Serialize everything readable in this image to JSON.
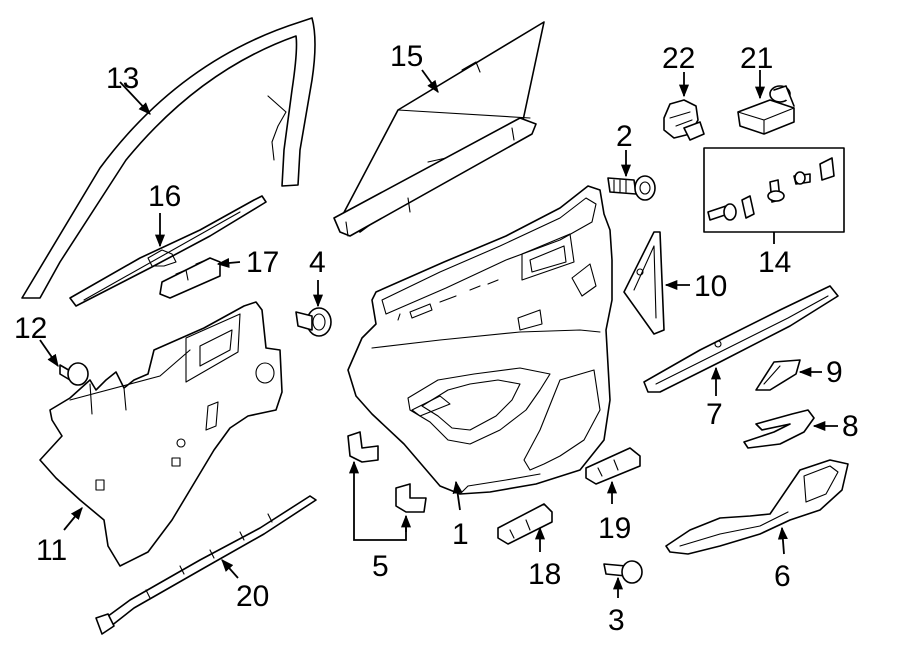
{
  "diagram": {
    "type": "exploded-parts-diagram",
    "colors": {
      "line": "#000000",
      "background": "#ffffff"
    },
    "callouts": {
      "c1": "1",
      "c2": "2",
      "c3": "3",
      "c4": "4",
      "c5": "5",
      "c6": "6",
      "c7": "7",
      "c8": "8",
      "c9": "9",
      "c10": "10",
      "c11": "11",
      "c12": "12",
      "c13": "13",
      "c14": "14",
      "c15": "15",
      "c16": "16",
      "c17": "17",
      "c18": "18",
      "c19": "19",
      "c20": "20",
      "c21": "21",
      "c22": "22"
    }
  }
}
